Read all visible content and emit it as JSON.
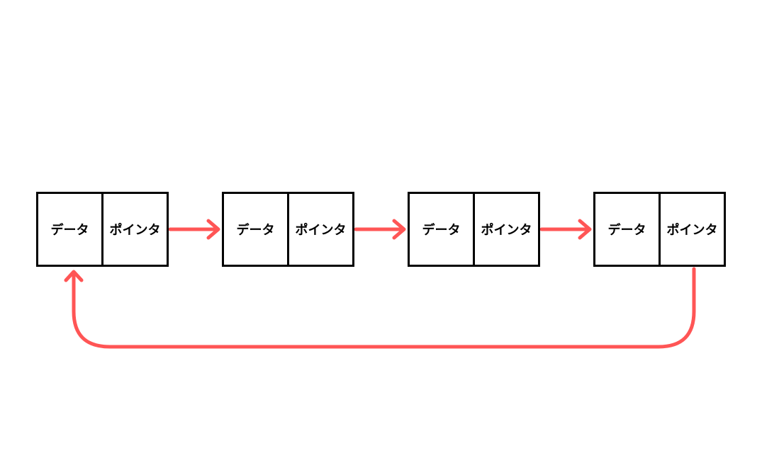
{
  "diagram": {
    "type": "circular-linked-list",
    "arrow_color": "#ff5555",
    "box_border_color": "#000000",
    "nodes": [
      {
        "data_label": "データ",
        "pointer_label": "ポインタ"
      },
      {
        "data_label": "データ",
        "pointer_label": "ポインタ"
      },
      {
        "data_label": "データ",
        "pointer_label": "ポインタ"
      },
      {
        "data_label": "データ",
        "pointer_label": "ポインタ"
      }
    ],
    "edges": [
      {
        "from": 0,
        "to": 1
      },
      {
        "from": 1,
        "to": 2
      },
      {
        "from": 2,
        "to": 3
      },
      {
        "from": 3,
        "to": 0,
        "kind": "return-loop"
      }
    ]
  }
}
